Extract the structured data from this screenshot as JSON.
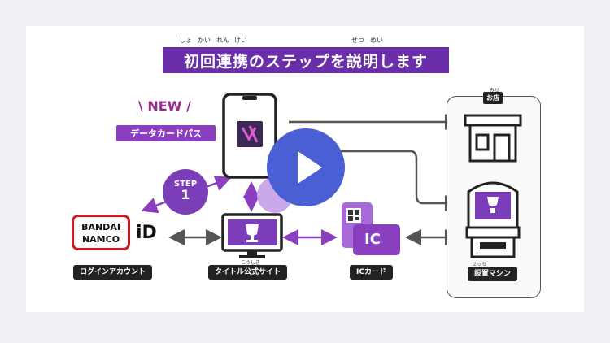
{
  "title": {
    "text": "初回連携のステップを説明します",
    "ruby": [
      "しょ",
      "かい",
      "れん",
      "けい",
      "せつ",
      "めい"
    ]
  },
  "new_label": "\\ NEW /",
  "data_card_pass": "データカードパス",
  "step": {
    "label": "STEP",
    "number": "1"
  },
  "bandai_logo": {
    "line1": "BANDAI",
    "line2": "NAMCO",
    "id": "iD"
  },
  "labels": {
    "login_account": "ログインアカウント",
    "title_site": "タイトル公式サイト",
    "title_site_ruby": "こうしき",
    "ic_card": "ICカード",
    "machine": "設置マシン",
    "machine_ruby": "せっち",
    "shop": "お店",
    "shop_ruby": "みせ"
  },
  "ic_text": "IC",
  "colors": {
    "purple": "#6a2fa8",
    "accent": "#8a3fc0",
    "play": "#4a5fd4",
    "logo_red": "#d6141e"
  },
  "icons": [
    "smartphone-icon",
    "monitor-trophy-icon",
    "qr-code-icon",
    "shop-icon",
    "arcade-machine-icon",
    "play-icon"
  ]
}
